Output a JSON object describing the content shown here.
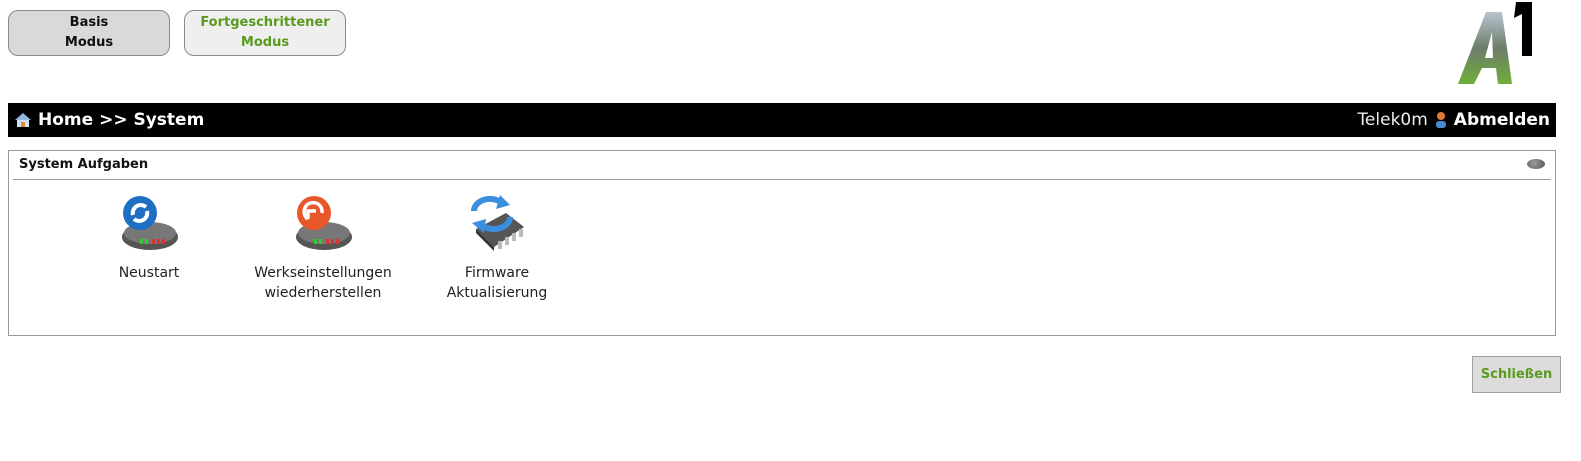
{
  "modes": {
    "basis": [
      "Basis",
      "Modus"
    ],
    "advanced": [
      "Fortgeschrittener",
      "Modus"
    ]
  },
  "logo": {
    "text": "A1"
  },
  "header": {
    "breadcrumb": "Home >> System",
    "user": "Telek0m",
    "logout": "Abmelden"
  },
  "panel": {
    "title": "System Aufgaben",
    "tasks": [
      {
        "label": [
          "Neustart",
          ""
        ]
      },
      {
        "label": [
          "Werkseinstellungen",
          "wiederherstellen"
        ]
      },
      {
        "label": [
          "Firmware",
          "Aktualisierung"
        ]
      }
    ]
  },
  "footer": {
    "close": "Schließen"
  },
  "colors": {
    "accent": "#5a9a1e",
    "bar": "#000000"
  }
}
